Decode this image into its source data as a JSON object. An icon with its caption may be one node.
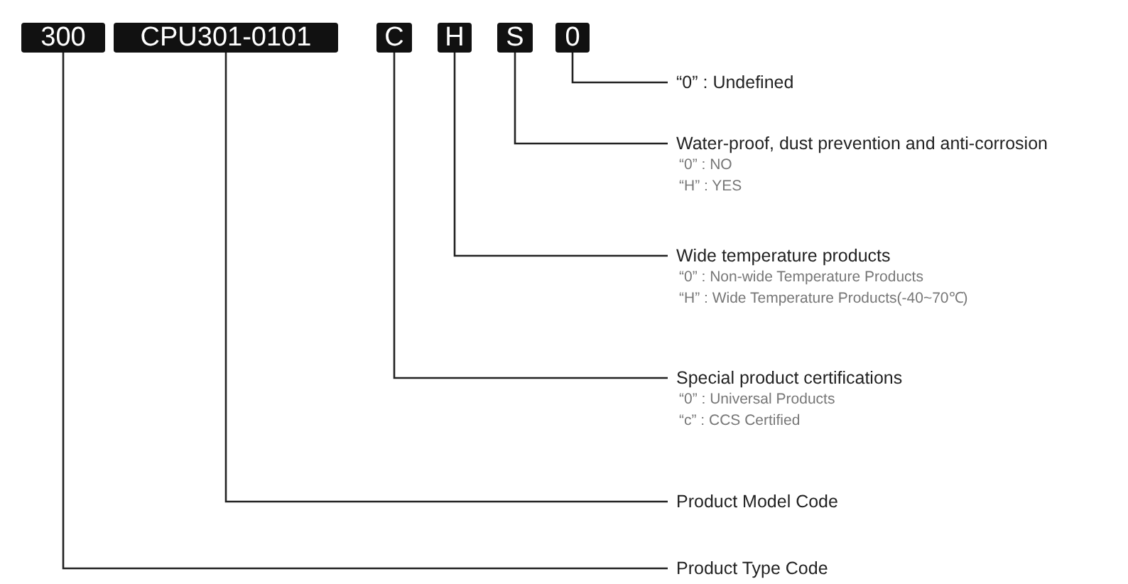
{
  "diagram": {
    "nodes": [
      {
        "text": [
          "300"
        ]
      },
      {
        "text": [
          "CPU301-0101"
        ]
      },
      {
        "text": [
          "C"
        ]
      },
      {
        "text": [
          "H"
        ]
      },
      {
        "text": [
          "S"
        ]
      },
      {
        "text": [
          "0"
        ]
      },
      {
        "text": [
          "“0” : Undefined"
        ]
      },
      {
        "text": [
          "Water-proof, dust prevention and anti-corrosion",
          "“0” : NO",
          "“H” : YES"
        ]
      },
      {
        "text": [
          "Wide temperature products",
          "“0” : Non-wide Temperature Products",
          "“H” : Wide Temperature Products(-40~70℃)"
        ]
      },
      {
        "text": [
          "Special product certifications",
          "“0” : Universal Products",
          "“c” : CCS Certified"
        ]
      },
      {
        "text": [
          "Product Model Code"
        ]
      },
      {
        "text": [
          "Product Type Code"
        ]
      }
    ],
    "edges": [
      {
        "from": 5,
        "to": 6,
        "arrow": "none"
      },
      {
        "from": 4,
        "to": 7,
        "arrow": "none"
      },
      {
        "from": 3,
        "to": 8,
        "arrow": "none"
      },
      {
        "from": 2,
        "to": 9,
        "arrow": "none"
      },
      {
        "from": 1,
        "to": 10,
        "arrow": "none"
      },
      {
        "from": 0,
        "to": 11,
        "arrow": "none"
      }
    ]
  }
}
